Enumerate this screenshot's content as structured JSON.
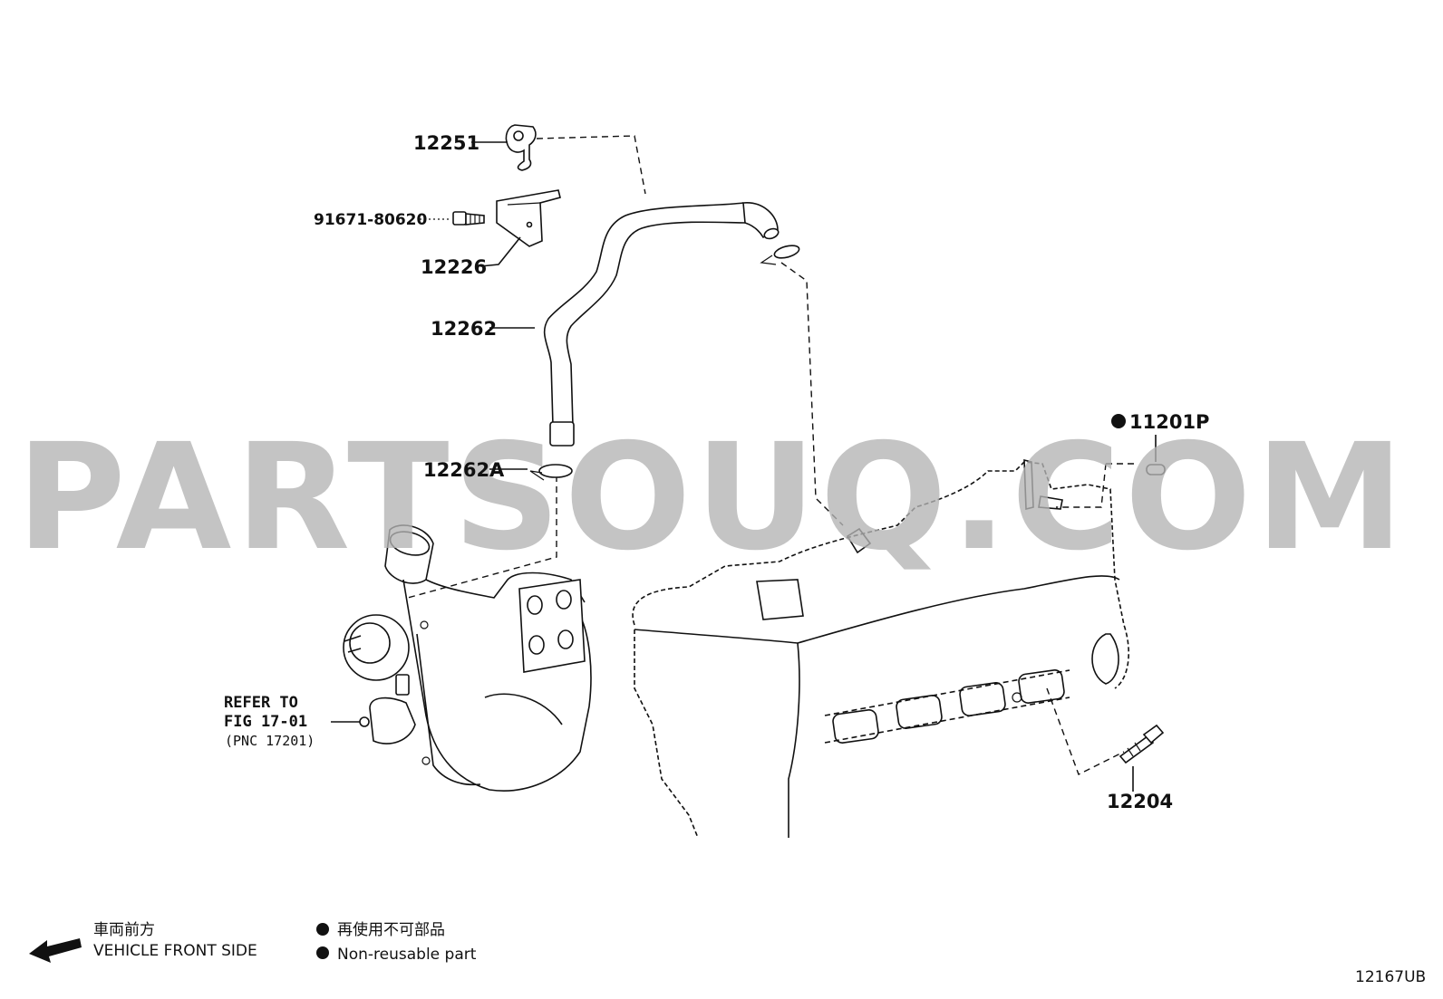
{
  "parts": {
    "p12251": "12251",
    "p91671": "91671-80620",
    "p12226": "12226",
    "p12262": "12262",
    "p12262A": "12262A",
    "p11201P": "11201P",
    "p12204": "12204"
  },
  "refer": {
    "line1": "REFER TO",
    "line2": "FIG 17-01",
    "line3": "(PNC 17201)"
  },
  "watermark": "PARTSOUQ.COM",
  "legend": {
    "front_jp": "車両前方",
    "front_en": "VEHICLE FRONT SIDE",
    "nonreuse_jp": "再使用不可部品",
    "nonreuse_en": "Non-reusable part"
  },
  "diagram_code": "12167UB"
}
